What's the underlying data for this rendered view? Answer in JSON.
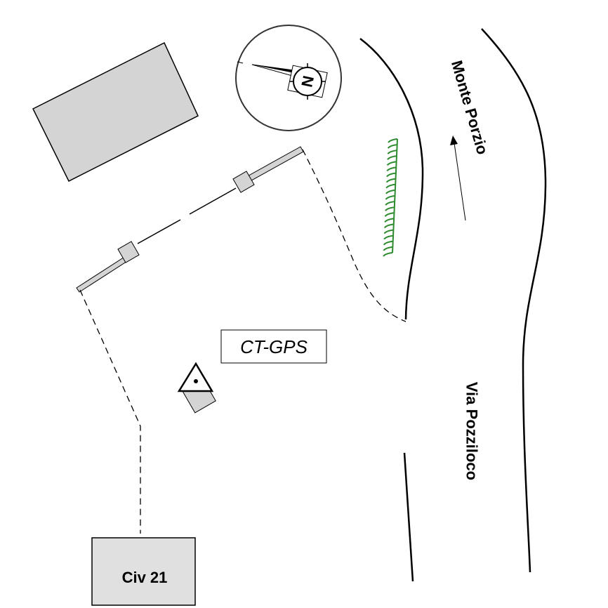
{
  "map": {
    "road_labels": {
      "upper": "Monte Porzio",
      "lower": "Via Pozziloco"
    },
    "station_label": "CT-GPS",
    "building_label": "Civ 21",
    "north_symbol": "N",
    "colors": {
      "building_fill": "#d4d4d4",
      "civ_fill": "#e0e0e0",
      "hedge": "#2e8b2e",
      "line": "#000000"
    },
    "icons": [
      "compass-rose-icon",
      "north-arrow-icon",
      "gps-station-triangle-icon",
      "direction-arrow-icon"
    ]
  }
}
